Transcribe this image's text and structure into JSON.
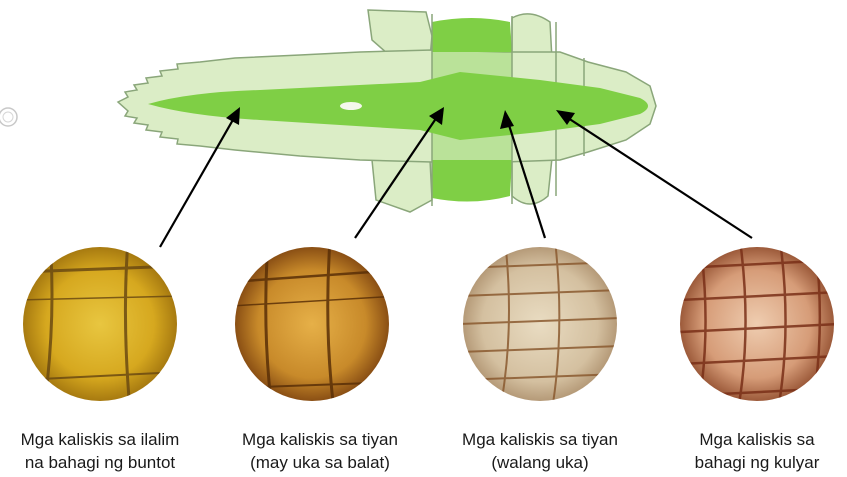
{
  "colors": {
    "body_outline": "#8aa67a",
    "body_fill": "#dbedc6",
    "belly_band": "#7fcf45",
    "center_stripe": "#7fcf45",
    "arrow": "#000000"
  },
  "panels": [
    {
      "caption_line1": "Mga kaliskis sa ilalim",
      "caption_line2": "na bahagi ng buntot",
      "texture": "scales-yellow-icon"
    },
    {
      "caption_line1": "Mga kaliskis sa tiyan",
      "caption_line2": "(may uka sa balat)",
      "texture": "scales-orange-icon"
    },
    {
      "caption_line1": "Mga kaliskis sa tiyan",
      "caption_line2": "(walang uka)",
      "texture": "scales-pale-icon"
    },
    {
      "caption_line1": "Mga kaliskis sa",
      "caption_line2": "bahagi ng kulyar",
      "texture": "scales-red-icon"
    }
  ]
}
